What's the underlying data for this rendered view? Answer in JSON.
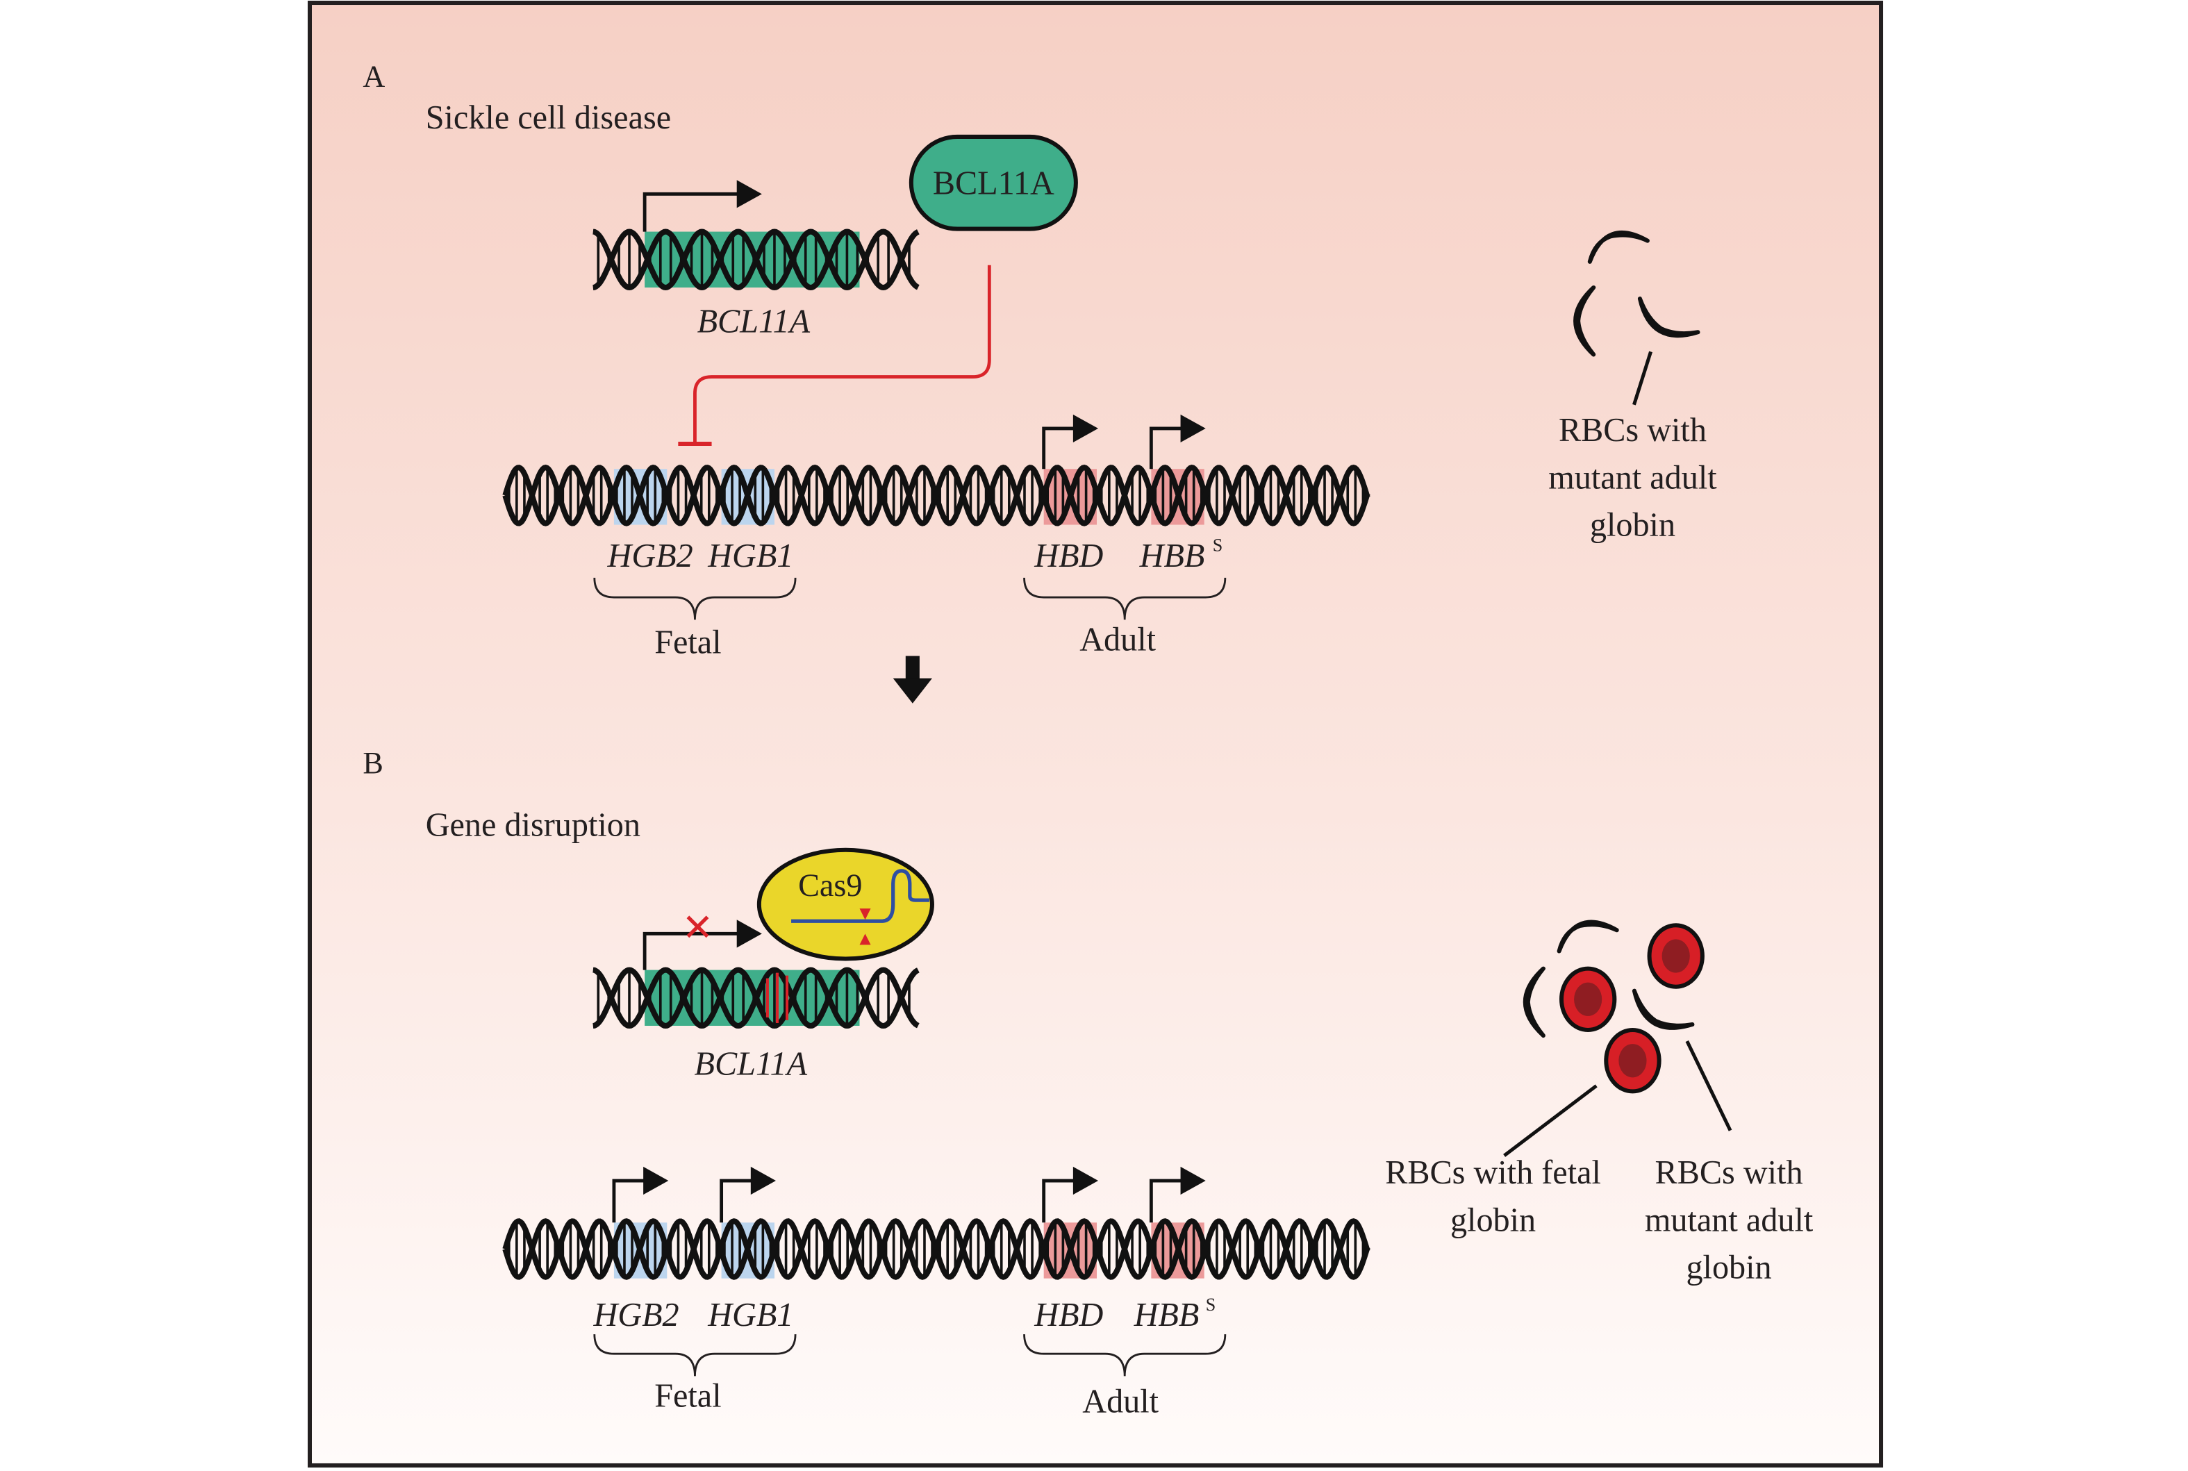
{
  "figure": {
    "colors": {
      "background_top": "#f7d4ca",
      "background_bottom": "#fffaf8",
      "frame": "#231f20",
      "bcl11a_green": "#3fae8a",
      "fetal_blue": "#bcd5ee",
      "adult_pink": "#ec9a9a",
      "repression_red": "#d9242a",
      "cas9_yellow": "#ead62a",
      "guide_rna_blue": "#2e4fa3",
      "rbc_red": "#d71f26",
      "rbc_dark": "#8f1d22"
    },
    "panel_a": {
      "letter": "A",
      "title": "Sickle cell disease",
      "protein_label": "BCL11A",
      "gene_label": "BCL11A",
      "genes": [
        {
          "name": "HGB2",
          "group": "fetal",
          "active": false
        },
        {
          "name": "HGB1",
          "group": "fetal",
          "active": false
        },
        {
          "name": "HBD",
          "group": "adult",
          "active": true
        },
        {
          "name": "HBB",
          "superscript": "S",
          "group": "adult",
          "active": true
        }
      ],
      "group_labels": {
        "fetal": "Fetal",
        "adult": "Adult"
      },
      "rbc_label": [
        "RBCs with",
        "mutant adult",
        "globin"
      ]
    },
    "panel_b": {
      "letter": "B",
      "title": "Gene disruption",
      "enzyme_label": "Cas9",
      "gene_label": "BCL11A",
      "genes": [
        {
          "name": "HGB2",
          "group": "fetal",
          "active": true
        },
        {
          "name": "HGB1",
          "group": "fetal",
          "active": true
        },
        {
          "name": "HBD",
          "group": "adult",
          "active": true
        },
        {
          "name": "HBB",
          "superscript": "S",
          "group": "adult",
          "active": true
        }
      ],
      "group_labels": {
        "fetal": "Fetal",
        "adult": "Adult"
      },
      "rbc_fetal_label": [
        "RBCs with fetal",
        "globin"
      ],
      "rbc_mutant_label": [
        "RBCs with",
        "mutant adult",
        "globin"
      ]
    }
  }
}
